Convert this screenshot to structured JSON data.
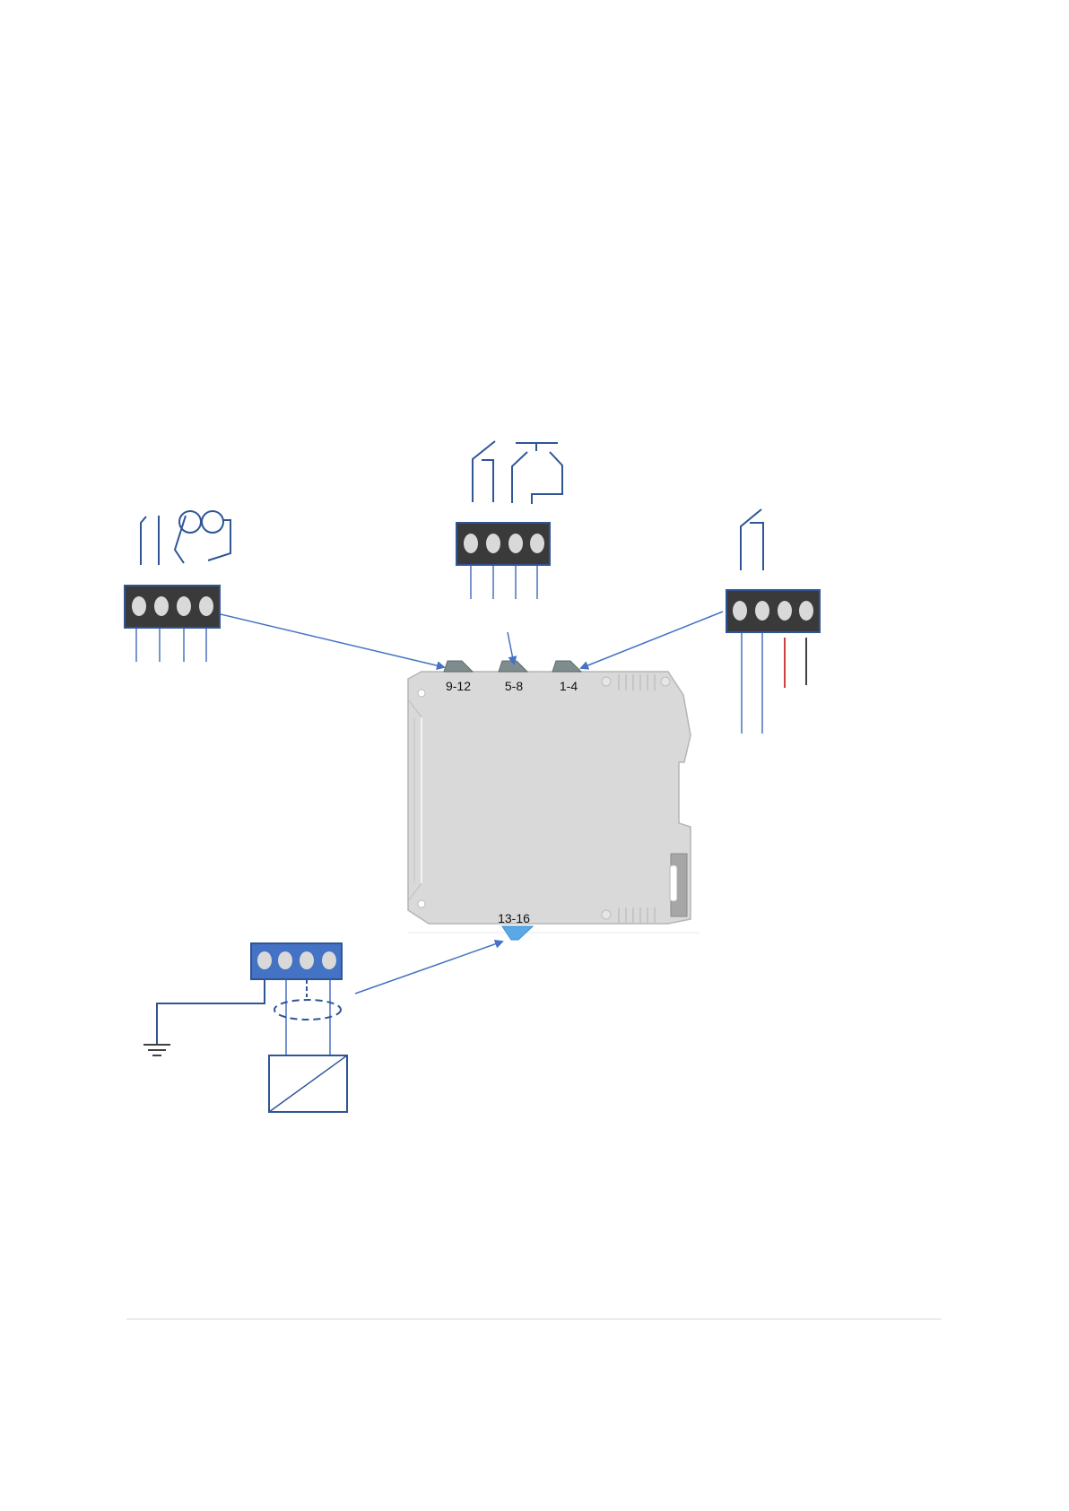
{
  "colors": {
    "wire_blue": "#2f5cb8",
    "arrow_blue": "#4472c4",
    "block_dark": "#3a3a3a",
    "block_blue": "#4472c4",
    "block_border": "#2f5597",
    "terminal_pin": "#d9d9d9",
    "housing_gray": "#d9d9d9",
    "connector_gray": "#7f8c8d",
    "connector_blue": "#5aa9e6",
    "wire_red": "#c00000",
    "wire_black": "#000000",
    "footer_line": "#d9d9d9"
  },
  "device": {
    "connectors": [
      {
        "id": "c9_12",
        "label": "9-12"
      },
      {
        "id": "c5_8",
        "label": "5-8"
      },
      {
        "id": "c1_4",
        "label": "1-4"
      },
      {
        "id": "c13_16",
        "label": "13-16"
      }
    ]
  },
  "terminal_blocks": [
    {
      "id": "left",
      "pins": 4,
      "style": "dark"
    },
    {
      "id": "middle",
      "pins": 4,
      "style": "dark"
    },
    {
      "id": "right",
      "pins": 4,
      "style": "dark"
    },
    {
      "id": "bottom",
      "pins": 4,
      "style": "blue"
    }
  ],
  "icons": {
    "ground": "ground-icon",
    "converter": "converter-box-icon",
    "shield": "cable-shield-icon"
  }
}
